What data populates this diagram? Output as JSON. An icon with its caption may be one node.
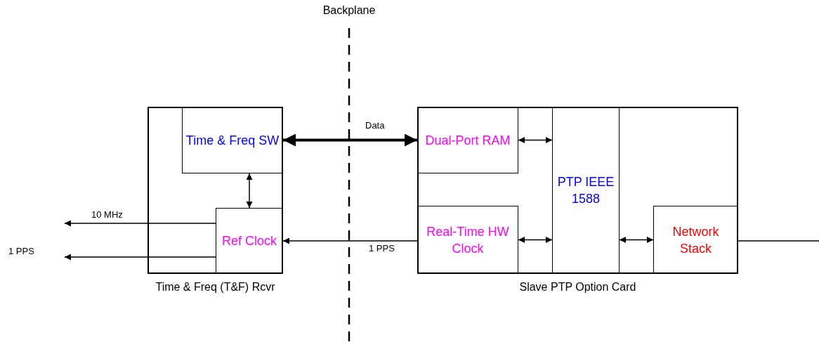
{
  "diagram": {
    "nodes": [
      {
        "text": [
          "Time & Freq (T&F) Rcvr"
        ]
      },
      {
        "text": [
          "Time & Freq SW"
        ],
        "in": 0
      },
      {
        "text": [
          "Ref Clock"
        ],
        "in": 0
      },
      {
        "text": [
          "Slave PTP Option Card"
        ]
      },
      {
        "text": [
          "Dual-Port RAM"
        ],
        "in": 3
      },
      {
        "text": [
          "Real-Time HW Clock"
        ],
        "in": 3
      },
      {
        "text": [
          "PTP IEEE 1588"
        ],
        "in": 3
      },
      {
        "text": [
          "Network Stack"
        ],
        "in": 3
      }
    ],
    "edges": [
      {
        "from": 1,
        "to": 4,
        "arrow": "both",
        "label": "Data",
        "style": "thick"
      },
      {
        "from": 1,
        "to": 2,
        "arrow": "both"
      },
      {
        "from": 2,
        "to": null,
        "arrow": "to",
        "label": "10 MHz"
      },
      {
        "from": 2,
        "to": null,
        "arrow": "to",
        "label": "1 PPS"
      },
      {
        "from": 5,
        "to": 2,
        "arrow": "to",
        "label": "1 PPS"
      },
      {
        "from": 4,
        "to": 6,
        "arrow": "both"
      },
      {
        "from": 5,
        "to": 6,
        "arrow": "both"
      },
      {
        "from": 6,
        "to": 7,
        "arrow": "both"
      },
      {
        "from": 7,
        "to": null,
        "arrow": "none"
      }
    ],
    "labels": [
      "Backplane"
    ]
  }
}
